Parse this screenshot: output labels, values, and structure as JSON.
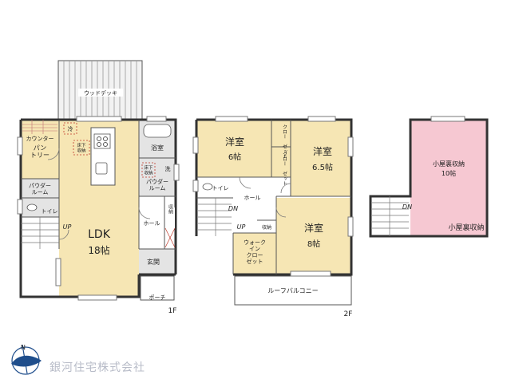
{
  "colors": {
    "ldk_floor": "#f6e6b4",
    "bedroom_floor": "#f6e6b4",
    "attic_floor": "#f6c8d2",
    "wet_area": "#e4e4e4",
    "deck": "#f2f2f2",
    "balcony": "#ffffff",
    "wall": "#333333",
    "window": "#ffffff",
    "logo": "#1f4e8c",
    "company_text": "#b8bcc8"
  },
  "floor1": {
    "label": "1F",
    "deck": "ウッドデッキ",
    "counter": "カウンター",
    "pantry": "パン\nトリー",
    "fridge": "冷",
    "under_floor_storage": "床下\n収納",
    "bath": "浴室",
    "under_floor_storage_2": "床下\n収納",
    "washer": "洗",
    "powder_room": "パウダー\nルーム",
    "powder_room_2": "パウダー\nルーム",
    "toilet": "トイレ",
    "up": "UP",
    "ldk": "LDK",
    "ldk_size": "18帖",
    "hall": "ホール",
    "storage": "収納",
    "entrance": "玄関",
    "porch": "ポーチ"
  },
  "floor2": {
    "label": "2F",
    "bedroom1": "洋室",
    "bedroom1_size": "6帖",
    "closet1": "クロー\nゼット",
    "bedroom2": "洋室",
    "bedroom2_size": "6.5帖",
    "closet2": "クロー\nゼット",
    "toilet": "トイレ",
    "hall": "ホール",
    "dn": "DN",
    "up": "UP",
    "storage": "収納",
    "walk_in_closet": "ウォーク\nイン\nクロー\nゼット",
    "bedroom3": "洋室",
    "bedroom3_size": "8帖",
    "roof_balcony": "ルーフバルコニー"
  },
  "attic": {
    "room": "小屋裏収納",
    "size": "10帖",
    "dn": "DN",
    "label": "小屋裏収納"
  },
  "company": {
    "name": "銀河住宅株式会社",
    "compass": "N"
  }
}
